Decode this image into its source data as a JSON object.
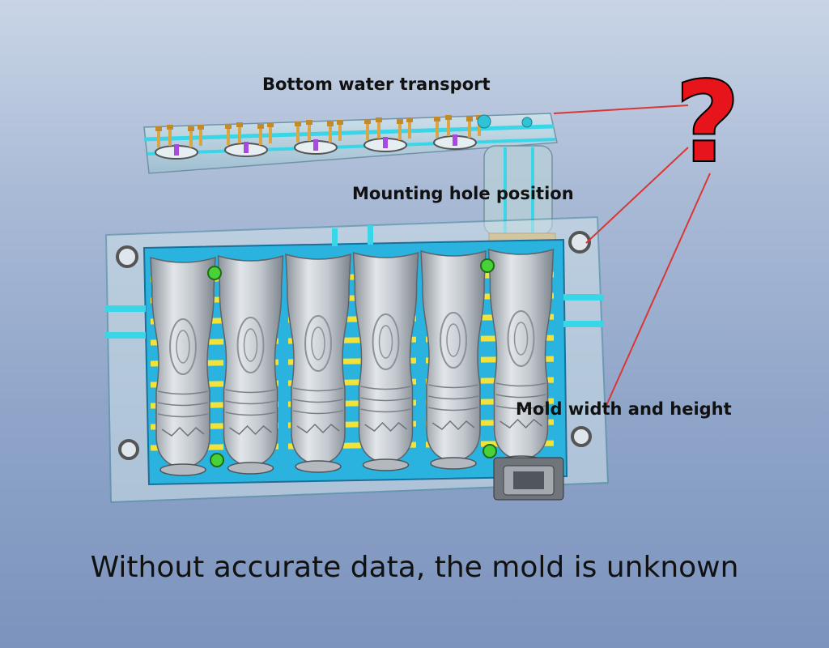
{
  "labels": {
    "water_transport": "Bottom water transport",
    "mounting_hole": "Mounting hole position",
    "mold_size": "Mold width and height"
  },
  "question_mark": "?",
  "caption": "Without accurate data, the mold is unknown",
  "colors": {
    "question": "#e8141b",
    "leader_line": "#d93636",
    "plate": "#b9d6e4",
    "water_channel": "#39d6e8",
    "cavity_bg": "#2bb3e0",
    "cooling_yellow": "#f3e23a",
    "bottle": "#c9ced3",
    "bolt": "#d9a545",
    "insert_purple": "#b678e6",
    "green_pin": "#49d238"
  },
  "mold": {
    "cavity_count": 6
  }
}
